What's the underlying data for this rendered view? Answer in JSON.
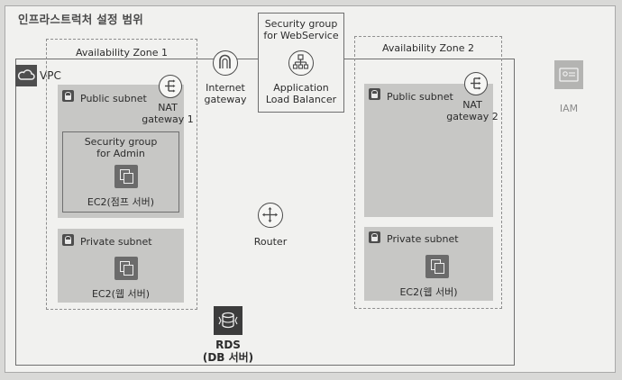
{
  "title": "인프라스트럭처 설정 범위",
  "vpc": {
    "label": "VPC"
  },
  "az1": {
    "label": "Availability Zone 1",
    "public_subnet": "Public subnet",
    "nat": [
      "NAT",
      "gateway 1"
    ],
    "sg_admin": [
      "Security group",
      "for Admin"
    ],
    "ec2_jump": "EC2(점프 서버)",
    "private_subnet": "Private subnet",
    "ec2_web": "EC2(웹 서버)"
  },
  "az2": {
    "label": "Availability Zone 2",
    "public_subnet": "Public subnet",
    "nat": [
      "NAT",
      "gateway 2"
    ],
    "private_subnet": "Private subnet",
    "ec2_web": "EC2(웹 서버)"
  },
  "igw": [
    "Internet",
    "gateway"
  ],
  "sg_web": [
    "Security group",
    "for WebService"
  ],
  "alb": [
    "Application",
    "Load Balancer"
  ],
  "router": "Router",
  "rds": [
    "RDS",
    "(DB 서버)"
  ],
  "iam": "IAM"
}
